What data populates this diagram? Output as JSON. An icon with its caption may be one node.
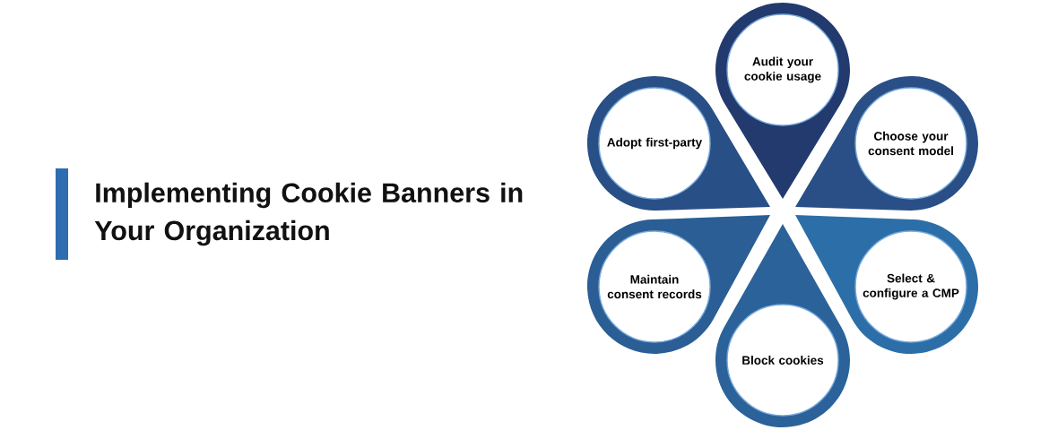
{
  "diagram": {
    "title": "Implementing Cookie Banners in Your Organization",
    "nodes": [
      {
        "text": [
          "Audit your cookie usage"
        ]
      },
      {
        "text": [
          "Choose your consent model"
        ]
      },
      {
        "text": [
          "Select & configure a CMP"
        ]
      },
      {
        "text": [
          "Block cookies"
        ]
      },
      {
        "text": [
          "Maintain consent records"
        ]
      },
      {
        "text": [
          "Adopt first-party"
        ]
      }
    ]
  }
}
